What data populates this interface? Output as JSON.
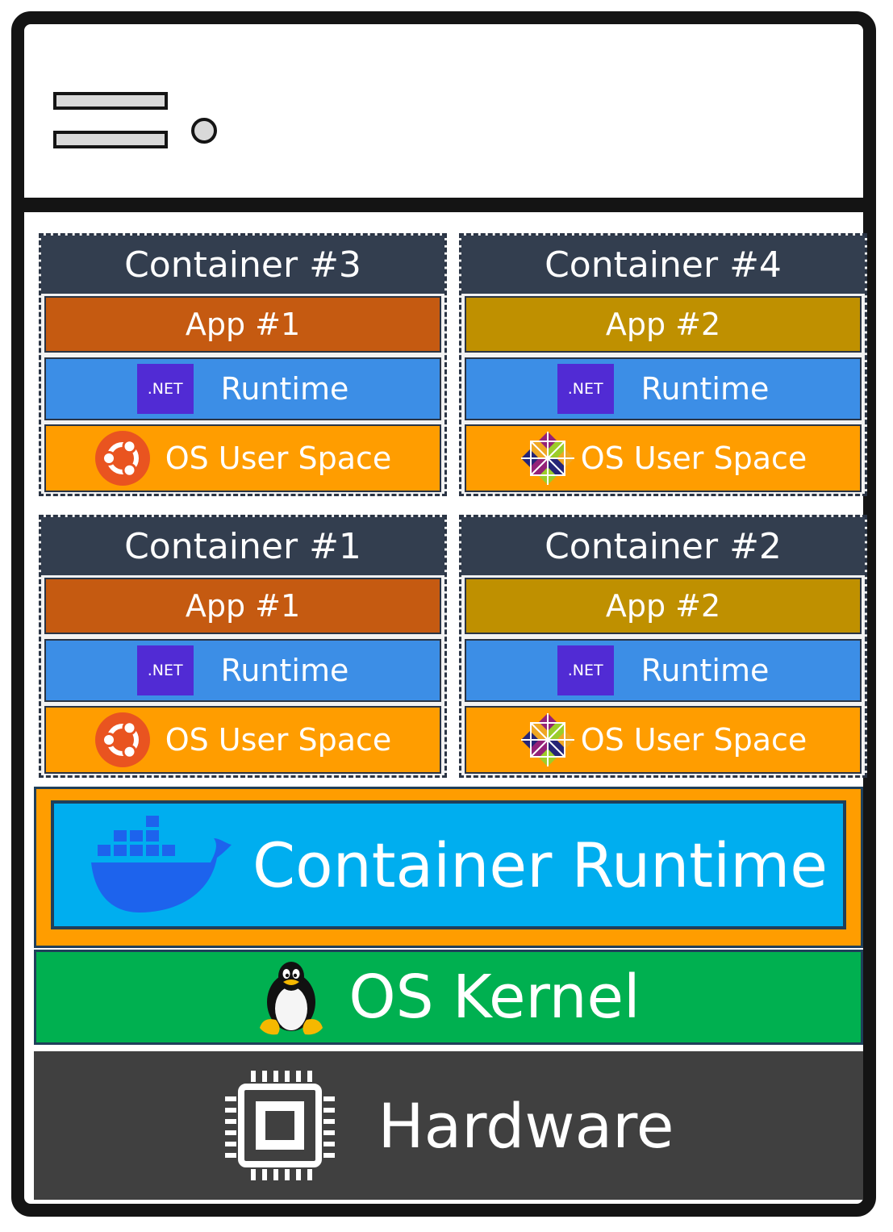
{
  "containers": [
    {
      "title": "Container #3",
      "app": "App #1",
      "app_color": "#c55a11",
      "runtime_badge": ".NET",
      "runtime": "Runtime",
      "os_icon": "ubuntu-icon",
      "os": "OS User Space"
    },
    {
      "title": "Container #4",
      "app": "App #2",
      "app_color": "#bf9000",
      "runtime_badge": ".NET",
      "runtime": "Runtime",
      "os_icon": "centos-icon",
      "os": "OS User Space"
    },
    {
      "title": "Container #1",
      "app": "App #1",
      "app_color": "#c55a11",
      "runtime_badge": ".NET",
      "runtime": "Runtime",
      "os_icon": "ubuntu-icon",
      "os": "OS User Space"
    },
    {
      "title": "Container #2",
      "app": "App #2",
      "app_color": "#bf9000",
      "runtime_badge": ".NET",
      "runtime": "Runtime",
      "os_icon": "centos-icon",
      "os": "OS User Space"
    }
  ],
  "layers": {
    "container_runtime": "Container Runtime",
    "container_runtime_icon": "docker-whale-icon",
    "os_kernel": "OS Kernel",
    "os_kernel_icon": "tux-penguin-icon",
    "hardware": "Hardware",
    "hardware_icon": "cpu-chip-icon"
  },
  "colors": {
    "container_header": "#333e4f",
    "runtime_layer": "#3c8ee6",
    "os_user_space": "#ff9d00",
    "dotnet_badge": "#512bd4",
    "container_runtime": "#00aeef",
    "os_kernel": "#00b050",
    "hardware": "#404040"
  }
}
